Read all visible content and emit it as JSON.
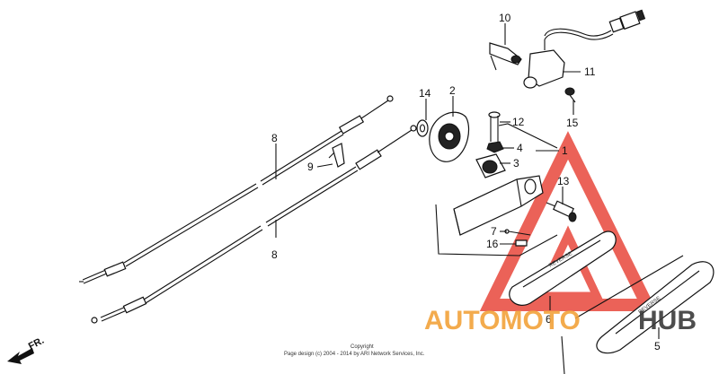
{
  "labels": {
    "p1": "1",
    "p2": "2",
    "p3": "3",
    "p4": "4",
    "p5": "5",
    "p6": "6",
    "p7": "7",
    "p8a": "8",
    "p8b": "8",
    "p9": "9",
    "p10": "10",
    "p11": "11",
    "p12": "12",
    "p13": "13",
    "p14": "14",
    "p15": "15",
    "p16": "16"
  },
  "direction": "FR.",
  "grip_text": {
    "upper": "REVERSE",
    "lower": "REVERSE"
  },
  "copyright": {
    "line1": "Copyright",
    "line2": "Page design (c) 2004 - 2014 by ARI Network Services, Inc."
  },
  "watermark": {
    "text_part1": "AUTOMOTO",
    "text_part2": "HUB",
    "color_red": "#e8473b",
    "color_orange": "#f2a23a",
    "color_dark": "#3a3a3a"
  }
}
